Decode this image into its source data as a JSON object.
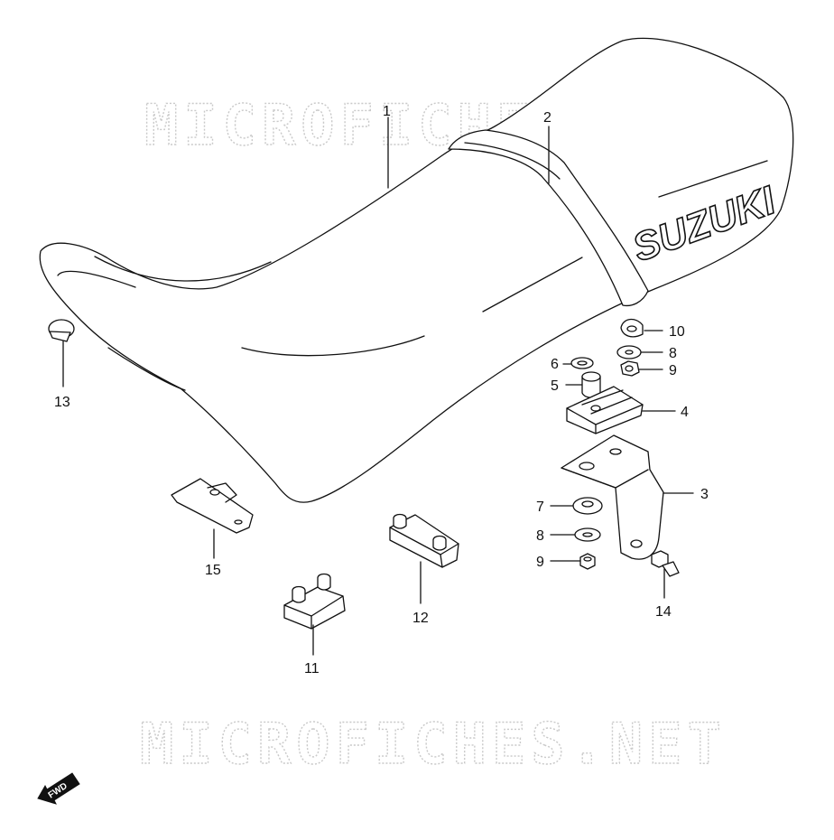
{
  "watermark": {
    "top": "MICROFICHES.NET",
    "bottom": "MICROFICHES.NET"
  },
  "seat_brand": "SUZUKI",
  "fwd_label": "FWD",
  "callouts": [
    {
      "id": "c1",
      "label": "1"
    },
    {
      "id": "c2",
      "label": "2"
    },
    {
      "id": "c3",
      "label": "3"
    },
    {
      "id": "c4",
      "label": "4"
    },
    {
      "id": "c5",
      "label": "5"
    },
    {
      "id": "c6",
      "label": "6"
    },
    {
      "id": "c7",
      "label": "7"
    },
    {
      "id": "c8a",
      "label": "8"
    },
    {
      "id": "c8b",
      "label": "8"
    },
    {
      "id": "c9a",
      "label": "9"
    },
    {
      "id": "c9b",
      "label": "9"
    },
    {
      "id": "c10",
      "label": "10"
    },
    {
      "id": "c11",
      "label": "11"
    },
    {
      "id": "c12",
      "label": "12"
    },
    {
      "id": "c13",
      "label": "13"
    },
    {
      "id": "c14",
      "label": "14"
    },
    {
      "id": "c15",
      "label": "15"
    }
  ]
}
